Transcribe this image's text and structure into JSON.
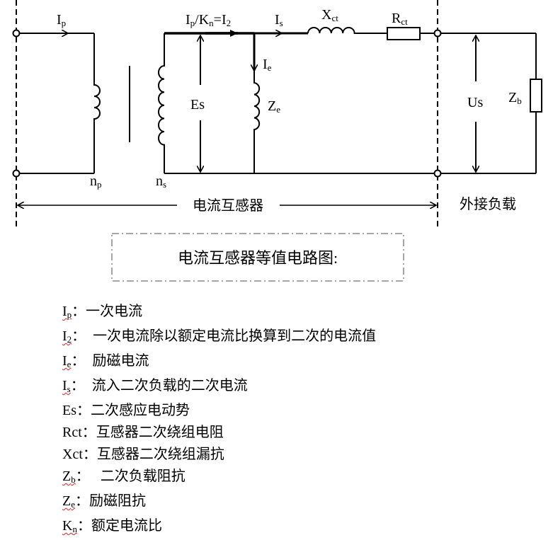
{
  "diagram": {
    "labels": {
      "ip": {
        "main": "I",
        "sub": "p"
      },
      "i2_eq_main1": "I",
      "i2_eq_sub1": "p",
      "i2_eq_main2": "/K",
      "i2_eq_sub2": "n",
      "i2_eq_main3": "=I",
      "i2_eq_sub3": "2",
      "is": {
        "main": "I",
        "sub": "s"
      },
      "xct": {
        "main": "X",
        "sub": "ct"
      },
      "rct": {
        "main": "R",
        "sub": "ct"
      },
      "ie": {
        "main": "I",
        "sub": "e"
      },
      "ze": {
        "main": "Z",
        "sub": "e"
      },
      "es": "Es",
      "us": "Us",
      "zb": {
        "main": "Z",
        "sub": "b"
      },
      "np": {
        "main": "n",
        "sub": "p"
      },
      "ns": {
        "main": "n",
        "sub": "s"
      }
    },
    "ct_section_label": "电流互感器",
    "load_section_label": "外接负载",
    "title": "电流互感器等值电路图:"
  },
  "legend": [
    {
      "main": "I",
      "sub": "p",
      "sep": "：",
      "desc": "一次电流"
    },
    {
      "main": "I",
      "sub": "2",
      "sep": "：  ",
      "desc": "一次电流除以额定电流比换算到二次的电流值"
    },
    {
      "main": "I",
      "sub": "e",
      "sep": "：  ",
      "desc": "励磁电流"
    },
    {
      "main": "I",
      "sub": "s",
      "sep": "：  ",
      "desc": "流入二次负载的二次电流"
    },
    {
      "main": "Es",
      "sub": "",
      "sep": "：",
      "desc": "二次感应电动势"
    },
    {
      "main": "Rct",
      "sub": "",
      "sep": "：",
      "desc": "互感器二次绕组电阻"
    },
    {
      "main": "Xct",
      "sub": "",
      "sep": "：",
      "desc": "互感器二次绕组漏抗"
    },
    {
      "main": "Z",
      "sub": "b",
      "sep": "：   ",
      "desc": "二次负载阻抗"
    },
    {
      "main": "Z",
      "sub": "e",
      "sep": "：",
      "desc": "励磁阻抗"
    },
    {
      "main": "K",
      "sub": "n",
      "sep": "：",
      "desc": "额定电流比"
    }
  ]
}
